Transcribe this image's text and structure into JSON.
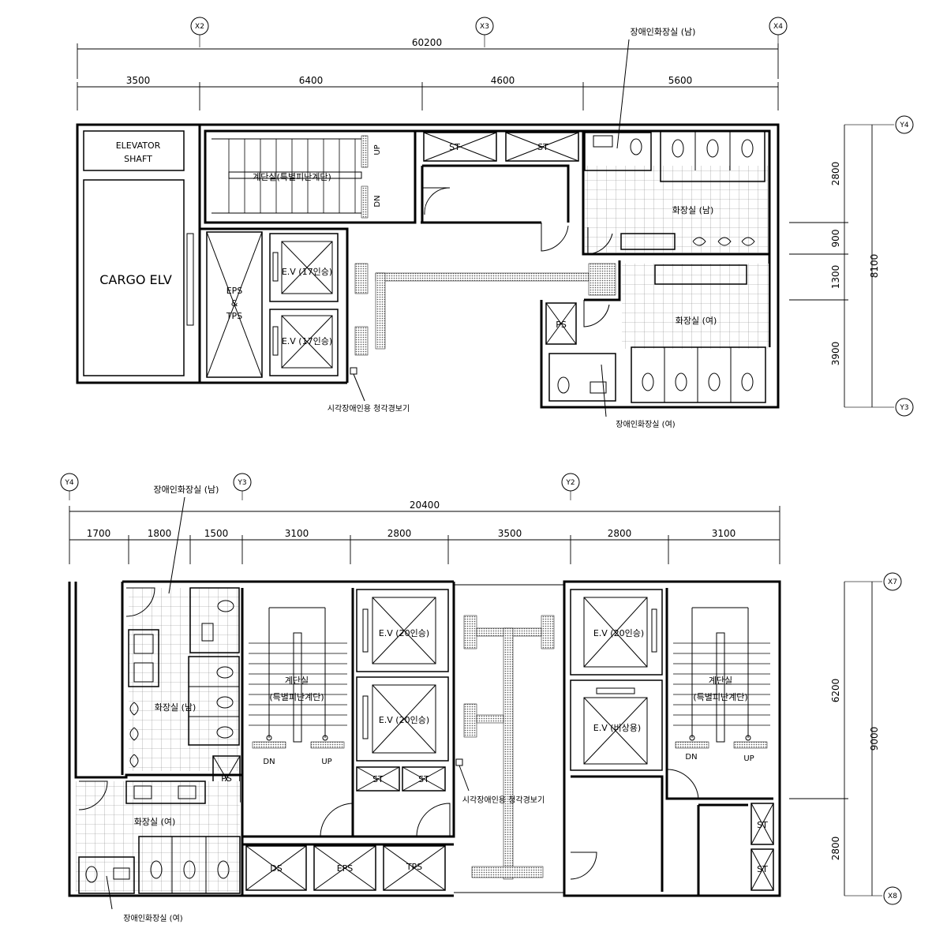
{
  "top_plan": {
    "grid_bubbles": {
      "x2": "X2",
      "x3": "X3",
      "x4": "X4",
      "y4": "Y4",
      "y3": "Y3"
    },
    "dims_top": {
      "total": "60200",
      "d1": "3500",
      "d2": "6400",
      "d3": "4600",
      "d4": "5600"
    },
    "dims_right": {
      "total": "8100",
      "d1": "2800",
      "d2": "900",
      "d3": "1300",
      "d4": "3900"
    },
    "rooms": {
      "elevator_shaft_1": "ELEVATOR",
      "elevator_shaft_2": "SHAFT",
      "cargo": "CARGO ELV",
      "eps_1": "EPS",
      "eps_2": "&",
      "eps_3": "TPS",
      "stair": "계단실(특별피난계단)",
      "st1": "ST",
      "st2": "ST",
      "ev1": "E.V (17인승)",
      "ev2": "E.V (17인승)",
      "ps": "PS",
      "wc_men": "화장실 (남)",
      "wc_women": "화장실 (여)",
      "up": "UP",
      "dn": "DN"
    },
    "callouts": {
      "accessible_men": "장애인화장실 (남)",
      "accessible_women": "장애인화장실 (여)",
      "alarm": "시각장애인용 청각경보기"
    }
  },
  "bottom_plan": {
    "grid_bubbles": {
      "y4": "Y4",
      "y3": "Y3",
      "y2": "Y2",
      "x7": "X7",
      "x8": "X8"
    },
    "dims_top": {
      "total": "20400",
      "d1": "1700",
      "d2": "1800",
      "d3": "1500",
      "d4": "3100",
      "d5": "2800",
      "d6": "3500",
      "d7": "2800",
      "d8": "3100"
    },
    "dims_right": {
      "total": "9000",
      "d1": "6200",
      "d2": "2800"
    },
    "rooms": {
      "wc_men": "화장실 (남)",
      "wc_women": "화장실 (여)",
      "ps": "PS",
      "stair1_a": "계단실",
      "stair1_b": "(특별피난계단)",
      "stair2_a": "계단실",
      "stair2_b": "(특별피난계단)",
      "ev1": "E.V (20인승)",
      "ev2": "E.V (20인승)",
      "ev3": "E.V (20인승)",
      "ev4": "E.V (비상용)",
      "st1": "ST",
      "st2": "ST",
      "st3": "ST",
      "st4": "ST",
      "ds": "DS",
      "eps": "EPS",
      "tps": "TPS",
      "dn1": "DN",
      "up1": "UP",
      "dn2": "DN",
      "up2": "UP"
    },
    "callouts": {
      "accessible_men": "장애인화장실 (남)",
      "accessible_women": "장애인화장실 (여)",
      "alarm": "시각장애인용 청각경보기"
    }
  }
}
